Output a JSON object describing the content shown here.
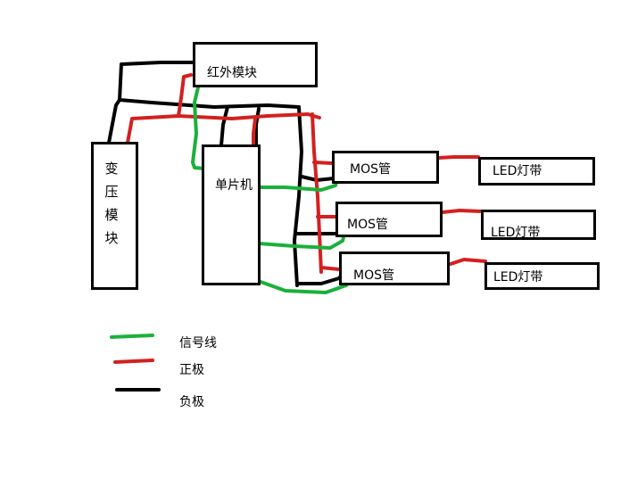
{
  "colors": {
    "signal": "#1bb03a",
    "positive": "#d42020",
    "negative": "#000000"
  },
  "components": {
    "transformer": "变压模块",
    "transformer_chars": [
      "变",
      "压",
      "模",
      "块"
    ],
    "ir_module": "红外模块",
    "mcu": "单片机",
    "mos": [
      "MOS管",
      "MOS管",
      "MOS管"
    ],
    "led": [
      "LED灯带",
      "LED灯带",
      "LED灯带"
    ]
  },
  "legend": [
    {
      "label": "信号线",
      "color": "green"
    },
    {
      "label": "正极",
      "color": "red"
    },
    {
      "label": "负极",
      "color": "black"
    }
  ]
}
